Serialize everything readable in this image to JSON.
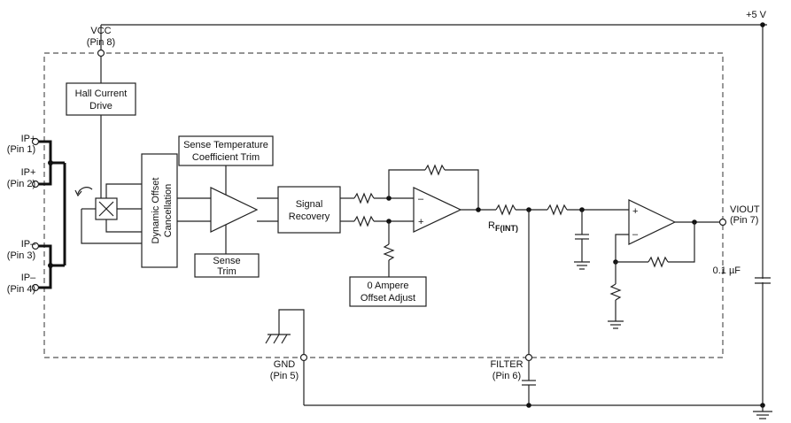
{
  "supply": {
    "label": "+5 V"
  },
  "pins": {
    "vcc": [
      "VCC",
      "(Pin 8)"
    ],
    "ip1": [
      "IP+",
      "(Pin 1)"
    ],
    "ip2": [
      "IP+",
      "(Pin 2)"
    ],
    "ip3": [
      "IP–",
      "(Pin 3)"
    ],
    "ip4": [
      "IP–",
      "(Pin 4)"
    ],
    "gnd": [
      "GND",
      "(Pin 5)"
    ],
    "filter": [
      "FILTER",
      "(Pin 6)"
    ],
    "viout": [
      "VIOUT",
      "(Pin 7)"
    ]
  },
  "blocks": {
    "hall_drive": [
      "Hall Current",
      "Drive"
    ],
    "dyn_offset": [
      "Dynamic Offset",
      "Cancellation"
    ],
    "sense_temp": [
      "Sense Temperature",
      "Coefficient Trim"
    ],
    "sense_trim": [
      "Sense",
      "Trim"
    ],
    "signal_recovery": [
      "Signal",
      "Recovery"
    ],
    "zero_amp": [
      "0 Ampere",
      "Offset Adjust"
    ]
  },
  "opamp_signs": {
    "minus": "–",
    "plus": "+"
  },
  "components": {
    "rf_main": "R",
    "rf_sub": "F(INT)",
    "cap_value": "0.1 µF"
  }
}
